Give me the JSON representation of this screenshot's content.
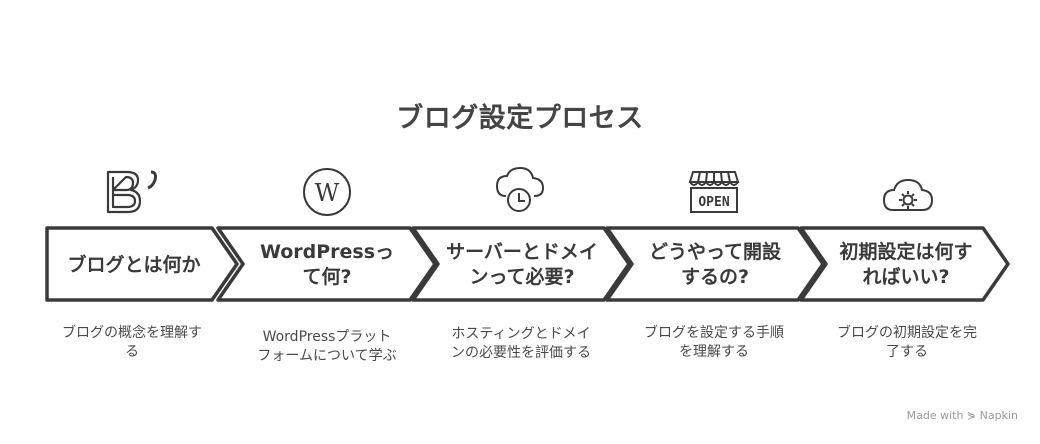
{
  "title": "ブログ設定プロセス",
  "steps": [
    {
      "label": "ブログとは何か",
      "description": "ブログの概念を理解する",
      "icon": "blogger-b-icon"
    },
    {
      "label": "WordPressって何?",
      "description": "WordPressプラットフォームについて学ぶ",
      "icon": "wordpress-icon"
    },
    {
      "label": "サーバーとドメインって必要?",
      "description": "ホスティングとドメインの必要性を評価する",
      "icon": "cloud-clock-icon"
    },
    {
      "label": "どうやって開設するの?",
      "description": "ブログを設定する手順を理解する",
      "icon": "open-shop-icon"
    },
    {
      "label": "初期設定は何すればいい?",
      "description": "ブログの初期設定を完了する",
      "icon": "cloud-gear-icon"
    }
  ],
  "open_sign_text": "OPEN",
  "footer": "Made with ⋟ Napkin",
  "colors": {
    "stroke": "#3a3a3a",
    "text": "#3a3a3a",
    "footer": "#9a9a9a"
  }
}
